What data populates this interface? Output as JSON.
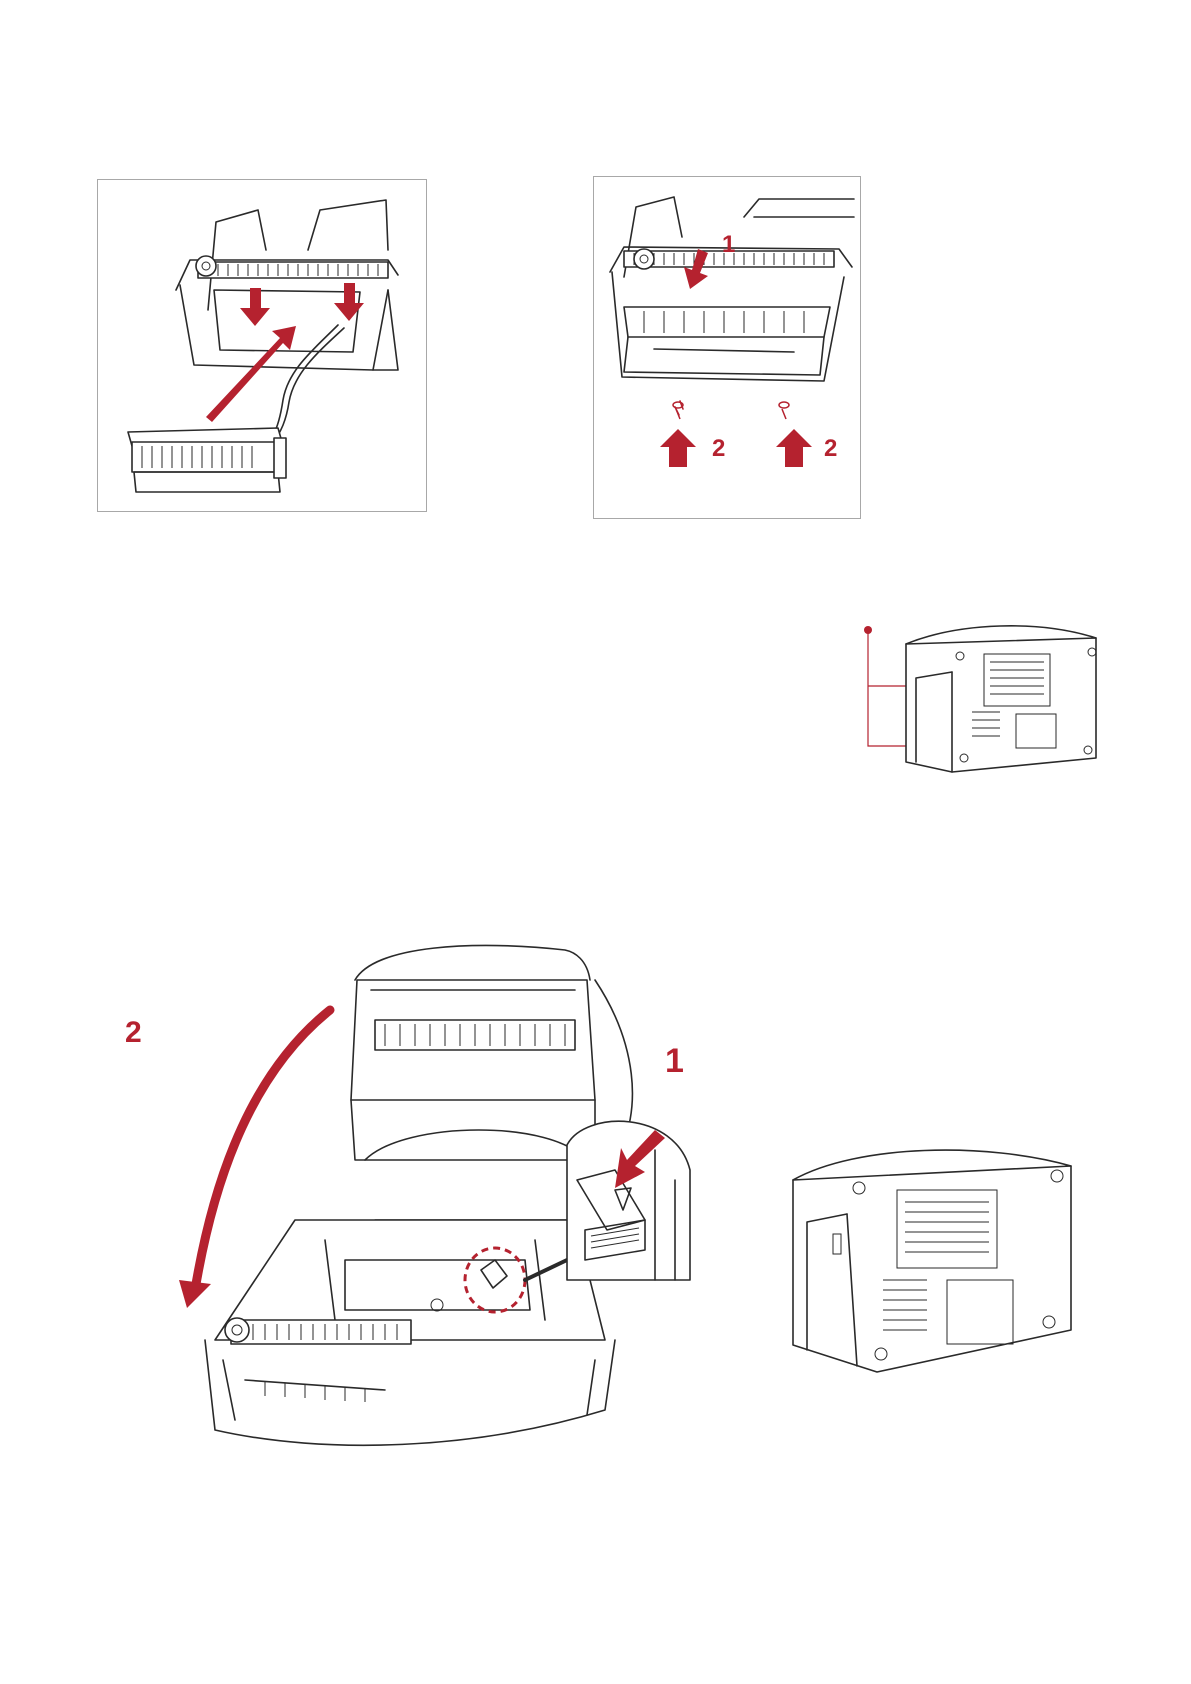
{
  "colors": {
    "accent": "#b5222f",
    "line": "#2a2a2a",
    "frame": "#a8a8a8"
  },
  "figures": {
    "cutter_install": {
      "icon": "cutter-module-illustration"
    },
    "cutter_screws": {
      "labels": {
        "step1": "1",
        "step2_left": "2",
        "step2_right": "2"
      },
      "icon": "cutter-screws-illustration"
    },
    "bottom_view_small": {
      "icon": "printer-bottom-illustration"
    },
    "open_printer": {
      "labels": {
        "step1": "1",
        "step2": "2"
      },
      "icon": "printer-open-illustration"
    },
    "bottom_view_large": {
      "icon": "printer-bottom-illustration"
    }
  }
}
